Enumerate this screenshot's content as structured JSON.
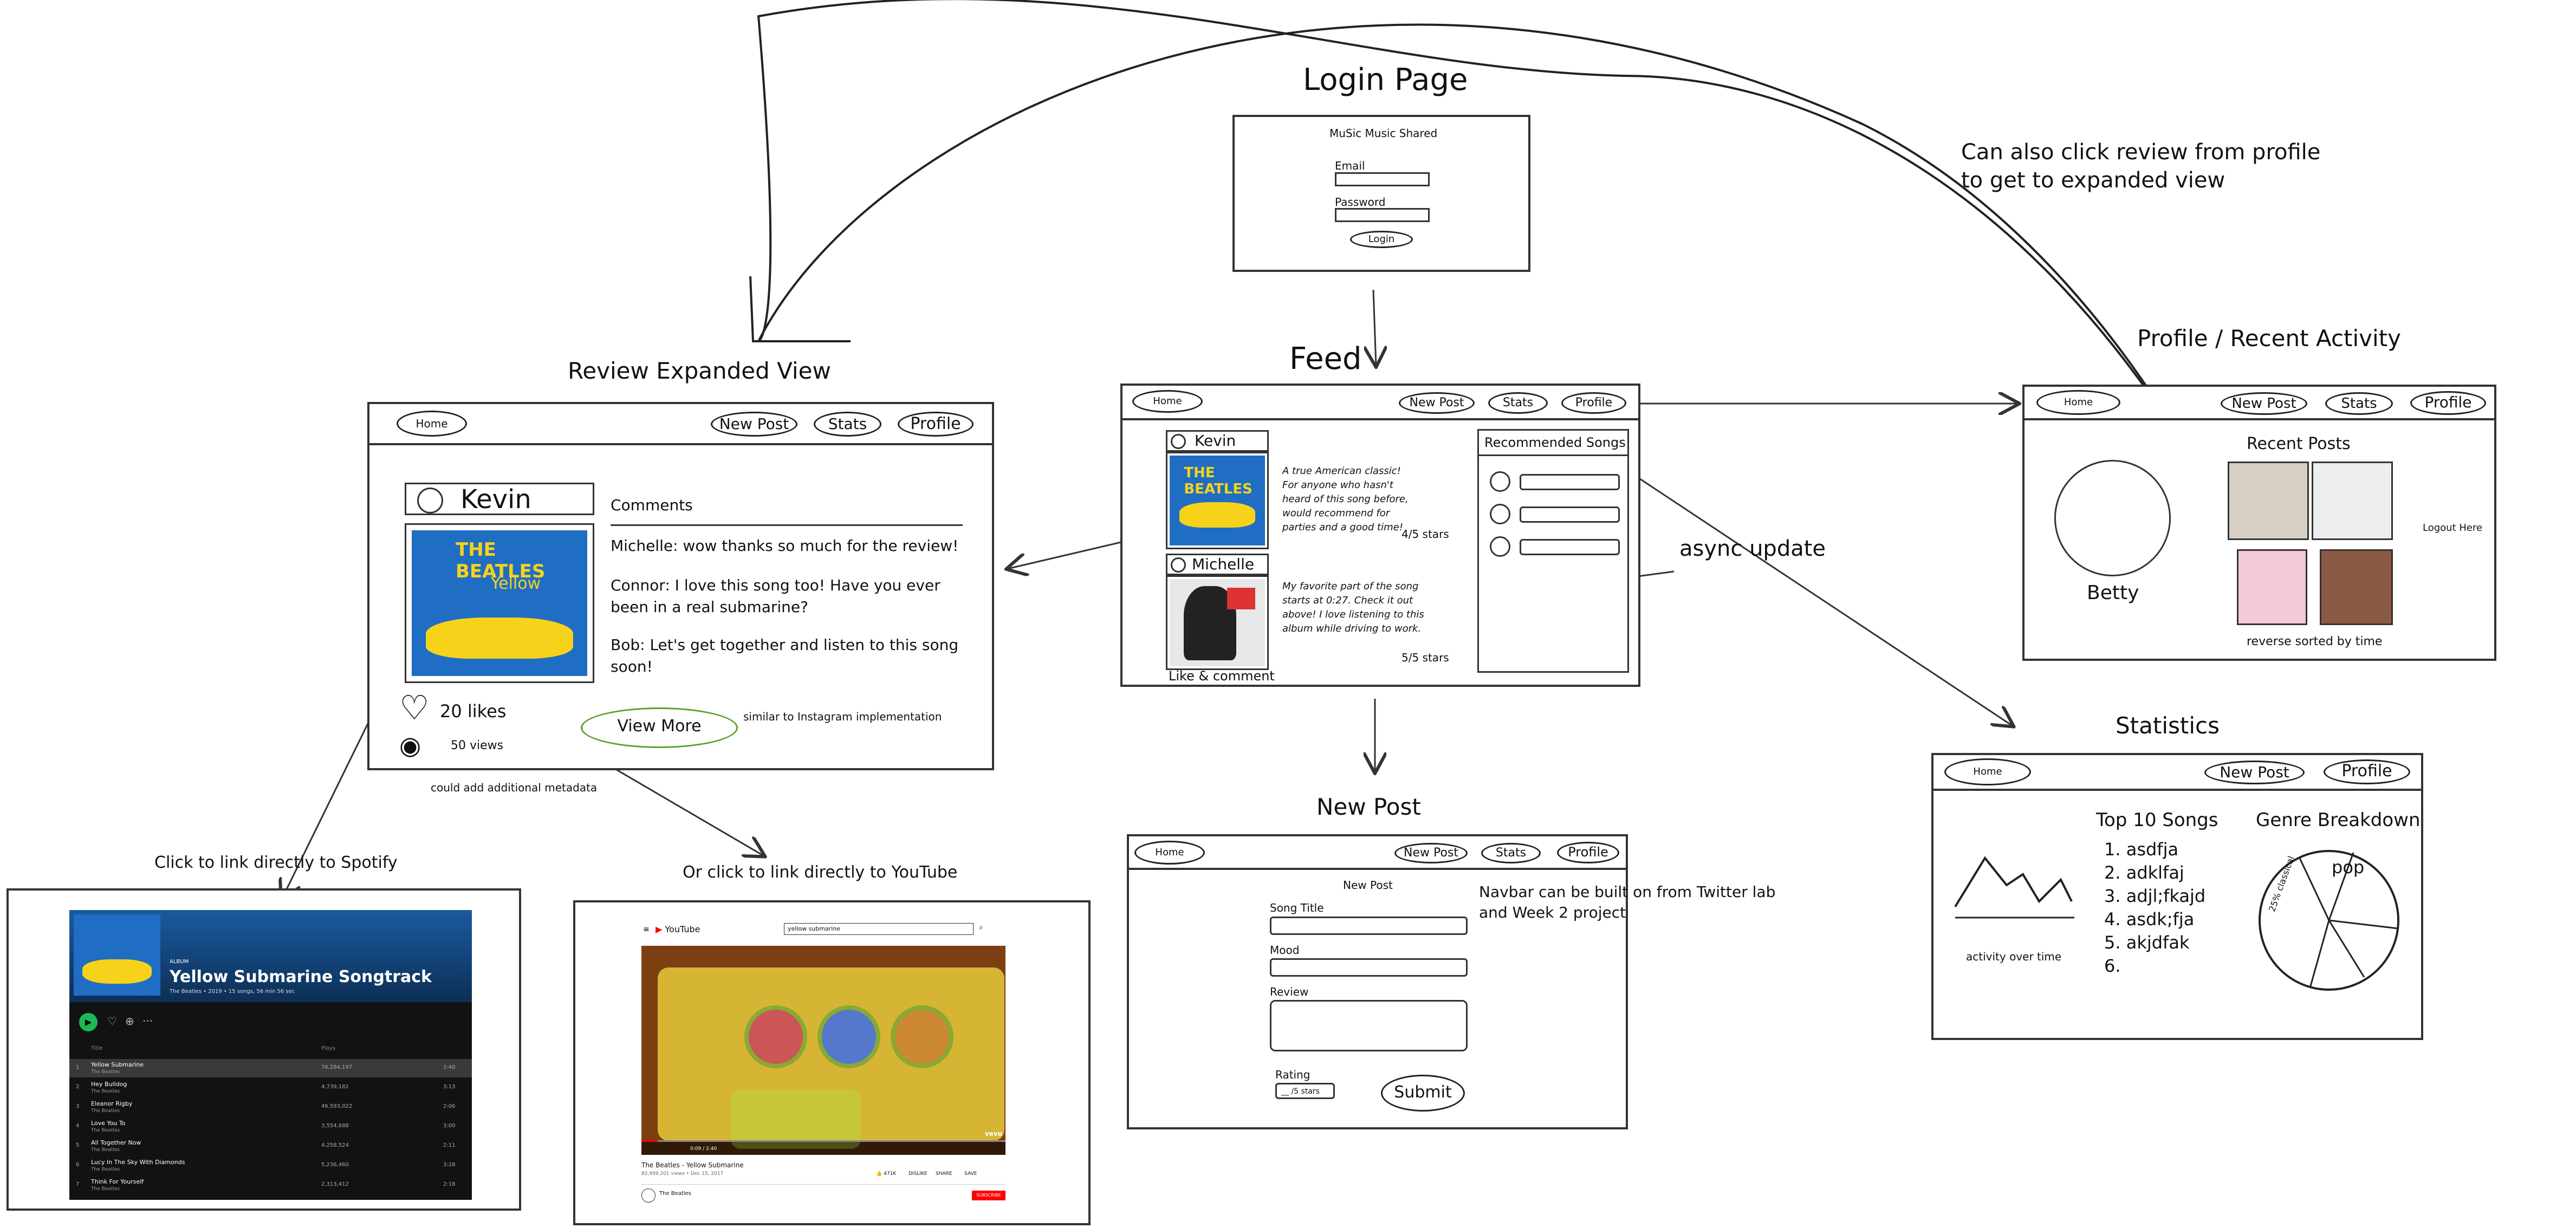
{
  "login": {
    "heading": "Login Page",
    "app_name": "MuSic Music Shared",
    "email_label": "Email",
    "password_label": "Password",
    "login_button": "Login"
  },
  "feed": {
    "heading": "Feed",
    "nav": {
      "home": "Home",
      "new_post": "New Post",
      "stats": "Stats",
      "profile": "Profile"
    },
    "post1": {
      "user": "Kevin",
      "text": "A true American classic! For anyone who hasn't heard of this song before, would recommend for parties and a good time!",
      "rating": "4/5 stars"
    },
    "post2": {
      "user": "Michelle",
      "text": "My favorite part of the song starts at 0:27. Check it out above! I love listening to this album while driving to work.",
      "rating": "5/5 stars"
    },
    "like_comment": "Like & comment",
    "recommended_title": "Recommended Songs"
  },
  "review": {
    "heading": "Review Expanded View",
    "nav": {
      "home": "Home",
      "new_post": "New Post",
      "stats": "Stats",
      "profile": "Profile"
    },
    "user": "Kevin",
    "comments_title": "Comments",
    "comments": [
      "Michelle: wow thanks so much for the review!",
      "Connor: I love this song too! Have you ever been in a real submarine?",
      "Bob: Let's get together and listen to this song soon!"
    ],
    "likes": "20 likes",
    "views": "50 views",
    "view_more": "View More",
    "view_more_note": "similar to Instagram implementation",
    "metadata_note": "could add additional metadata"
  },
  "profile": {
    "heading": "Profile / Recent Activity",
    "nav": {
      "home": "Home",
      "new_post": "New Post",
      "stats": "Stats",
      "profile": "Profile"
    },
    "name": "Betty",
    "recent_posts_title": "Recent Posts",
    "logout": "Logout Here",
    "sort_note": "reverse sorted by time"
  },
  "statistics": {
    "heading": "Statistics",
    "nav": {
      "home": "Home",
      "new_post": "New Post",
      "profile": "Profile"
    },
    "top_songs_title": "Top 10 Songs",
    "top_songs": [
      "1. asdfja",
      "2. adklfaj",
      "3. adjl;fkajd",
      "4. asdk;fja",
      "5. akjdfak",
      "6."
    ],
    "genre_title": "Genre Breakdown",
    "pie_labels": [
      "pop",
      "25% classical"
    ],
    "activity_caption": "activity over time"
  },
  "new_post": {
    "heading": "New Post",
    "nav": {
      "home": "Home",
      "new_post": "New Post",
      "stats": "Stats",
      "profile": "Profile"
    },
    "form_title": "New Post",
    "song_title_label": "Song Title",
    "mood_label": "Mood",
    "review_label": "Review",
    "rating_label": "Rating",
    "rating_value": "__ /5 stars",
    "submit": "Submit"
  },
  "annotations": {
    "profile_to_review": "Can also click review from profile to get to expanded view",
    "async": "async update",
    "navbar_note": "Navbar can be built on from Twitter lab and Week 2 project",
    "spotify_note": "Click to link directly to Spotify",
    "youtube_note": "Or click to link directly to YouTube"
  },
  "spotify": {
    "type_label": "ALBUM",
    "album_title": "Yellow Submarine Songtrack",
    "byline": "The Beatles • 2019 • 15 songs, 56 min 56 sec",
    "col_title": "Title",
    "col_plays": "Plays",
    "tracks": [
      {
        "n": "1",
        "title": "Yellow Submarine",
        "artist": "The Beatles",
        "plays": "76,284,197",
        "time": "2:40"
      },
      {
        "n": "2",
        "title": "Hey Bulldog",
        "artist": "The Beatles",
        "plays": "4,739,182",
        "time": "3:13"
      },
      {
        "n": "3",
        "title": "Eleanor Rigby",
        "artist": "The Beatles",
        "plays": "46,593,022",
        "time": "2:06"
      },
      {
        "n": "4",
        "title": "Love You To",
        "artist": "The Beatles",
        "plays": "3,554,688",
        "time": "3:00"
      },
      {
        "n": "5",
        "title": "All Together Now",
        "artist": "The Beatles",
        "plays": "4,258,524",
        "time": "2:11"
      },
      {
        "n": "6",
        "title": "Lucy In The Sky With Diamonds",
        "artist": "The Beatles",
        "plays": "5,236,460",
        "time": "3:28"
      },
      {
        "n": "7",
        "title": "Think For Yourself",
        "artist": "The Beatles",
        "plays": "2,313,412",
        "time": "2:18"
      }
    ]
  },
  "youtube": {
    "logo": "YouTube",
    "search": "yellow submarine",
    "video_title": "The Beatles - Yellow Submarine",
    "views": "82,999,201 views • Dec 15, 2017",
    "likes": "471K",
    "dislike": "DISLIKE",
    "share": "SHARE",
    "save": "SAVE",
    "channel": "The Beatles",
    "subscribe": "SUBSCRIBE",
    "vevo": "vevo",
    "time": "0:09 / 2:40"
  },
  "colors": {
    "album_blue": "#1f6ec4",
    "album_yellow": "#f6d21b",
    "spotify_green": "#1db954",
    "youtube_red": "#ff0000",
    "view_more_green": "#5aa02c"
  }
}
